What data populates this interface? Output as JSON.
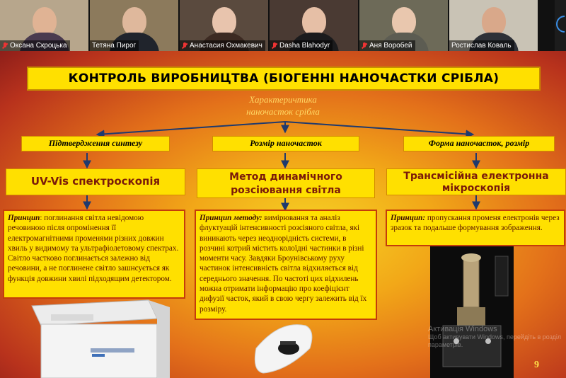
{
  "participants": [
    {
      "name": "Оксана Скроцька",
      "muted": true,
      "bg": "#b7a68c",
      "face": "#e0b394",
      "shirt": "#4a3b4f"
    },
    {
      "name": "Тетяна Пирог",
      "muted": false,
      "bg": "#8c7a5c",
      "face": "#dfb89c",
      "shirt": "#20242c"
    },
    {
      "name": "Анастасия Охмакевич",
      "muted": true,
      "bg": "#5a4a3e",
      "face": "#e8c4ad",
      "shirt": "#3c2a22"
    },
    {
      "name": "Dasha Blahodyr",
      "muted": true,
      "bg": "#4a3a33",
      "face": "#e6bfa6",
      "shirt": "#1b1b1d"
    },
    {
      "name": "Аня Воробей",
      "muted": true,
      "bg": "#6d6a58",
      "face": "#e9c7ae",
      "shirt": "#5c5c52"
    },
    {
      "name": "Ростислав Коваль",
      "muted": false,
      "bg": "#c9c3b5",
      "face": "#d9a88a",
      "shirt": "#2e3138"
    }
  ],
  "slide": {
    "title": "КОНТРОЛЬ ВИРОБНИЦТВА (БІОГЕННІ НАНОЧАСТКИ СРІБЛА)",
    "subtitle_line1": "Характеричтика",
    "subtitle_line2": "наночасток срібла",
    "columns": [
      {
        "header": "Підтвердження синтезу",
        "method_line1": "UV-Vis спектроскопія",
        "method_line2": "",
        "desc_label": "Принцип",
        "desc_text": ": поглинання світла невідомою речовиною після опромінення її електромагнітними променями різних довжин хвиль у видимому та ультрафіолетовому спектрах. Світло частково поглинається залежно від речовини, а не поглинене світло зашнсується як функція довжини хвилі підходящим детектором."
      },
      {
        "header": "Розмір наночасток",
        "method_line1": "Метод динамічного",
        "method_line2": "розсіювання світла",
        "desc_label": "Принцип методу:",
        "desc_text": " вимірювання та аналіз флуктуацій інтенсивності розсіяного світла, які виникають через неоднорідність системи, в розчині котрий містить колоїдні частинки в різні моменти часу. Завдяки Броунівському руху частинок інтенсивність світла відхиляється від середнього значення. По частоті цих відхилень можна отримати інформацію про коефіцієнт дифузії часток, який в свою чергу залежить від їх розміру."
      },
      {
        "header": "Форма наночасток, розмір",
        "method_line1": "Трансмісійна електронна",
        "method_line2": "мікроскопія",
        "desc_label": "Принцип:",
        "desc_text": " пропускання променя електронів через зразок та подальше формування зображення."
      }
    ],
    "page_number": "9",
    "watermark_line1": "Активація Windows",
    "watermark_line2": "Щоб активувати Windows, перейдіть в розділ параметрів."
  },
  "colors": {
    "title_bg": "#ffe000",
    "box_border": "#c43d0a",
    "arrow": "#1f3a6e"
  }
}
